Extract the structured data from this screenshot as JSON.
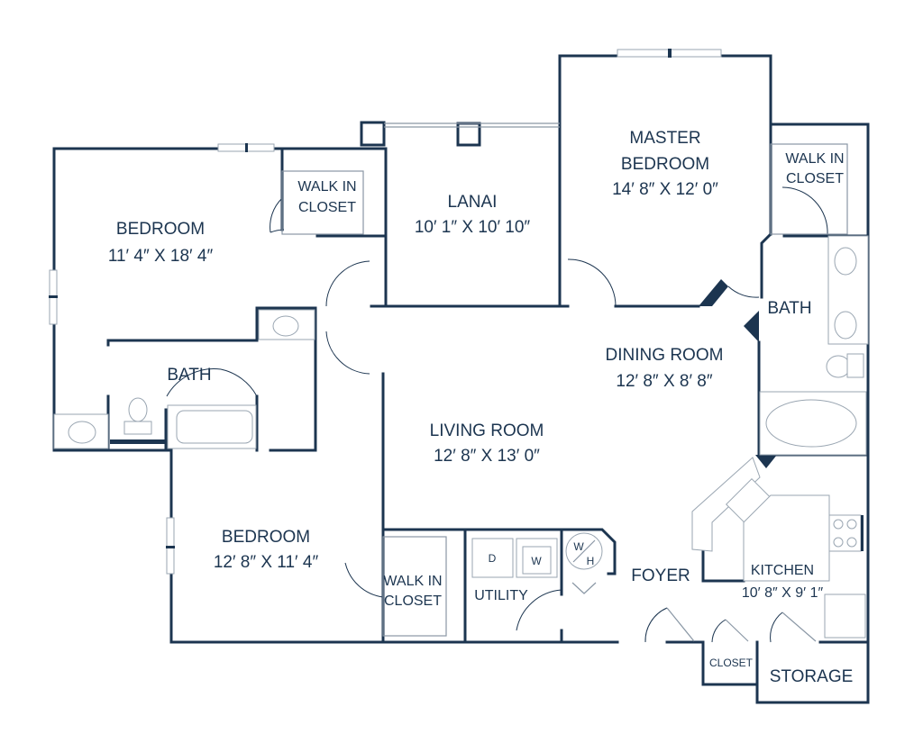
{
  "diagram": {
    "type": "floor-plan",
    "line_color": "#1c3550",
    "fixture_color": "#9aa6b2",
    "rooms": [
      {
        "id": "bedroom-2",
        "name": "BEDROOM",
        "dims": "11′ 4″ X 18′ 4″"
      },
      {
        "id": "walk-in-closet-1",
        "name_line1": "WALK IN",
        "name_line2": "CLOSET"
      },
      {
        "id": "lanai",
        "name": "LANAI",
        "dims": "10′ 1″ X 10′ 10″"
      },
      {
        "id": "master-bedroom",
        "name_line1": "MASTER",
        "name_line2": "BEDROOM",
        "dims": "14′ 8″ X 12′ 0″"
      },
      {
        "id": "walk-in-closet-master",
        "name_line1": "WALK IN",
        "name_line2": "CLOSET"
      },
      {
        "id": "master-bath",
        "name": "BATH"
      },
      {
        "id": "bath-2",
        "name": "BATH"
      },
      {
        "id": "dining-room",
        "name": "DINING ROOM",
        "dims": "12′ 8″ X 8′ 8″"
      },
      {
        "id": "living-room",
        "name": "LIVING ROOM",
        "dims": "12′ 8″ X 13′ 0″"
      },
      {
        "id": "bedroom-3",
        "name": "BEDROOM",
        "dims": "12′ 8″ X 11′ 4″"
      },
      {
        "id": "walk-in-closet-3",
        "name_line1": "WALK IN",
        "name_line2": "CLOSET"
      },
      {
        "id": "utility",
        "name": "UTILITY"
      },
      {
        "id": "foyer",
        "name": "FOYER"
      },
      {
        "id": "kitchen",
        "name": "KITCHEN",
        "dims": "10′ 8″ X 9′ 1″"
      },
      {
        "id": "closet",
        "name": "CLOSET"
      },
      {
        "id": "storage",
        "name": "STORAGE"
      }
    ],
    "appliances": {
      "dryer": "D",
      "washer": "W",
      "water_heater_top": "W",
      "water_heater_bottom": "H"
    }
  }
}
